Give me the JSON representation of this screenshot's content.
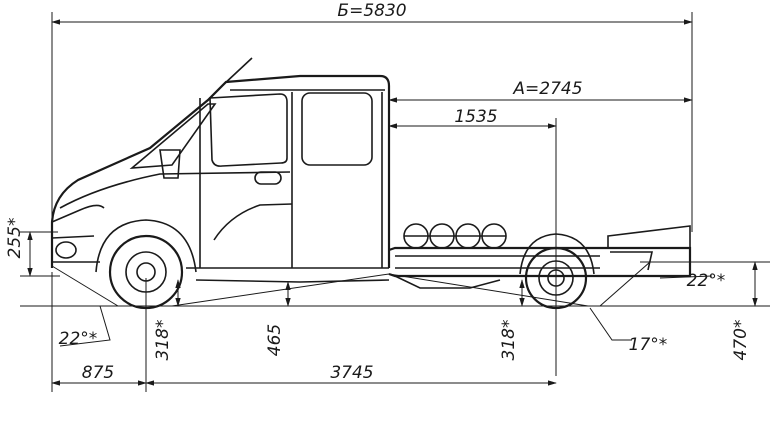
{
  "drawing": {
    "overall_length": "Б=5830",
    "body_length": "А=2745",
    "rear_axle_to_cab": "1535",
    "front_overhang": "875",
    "wheelbase": "3745",
    "front_height": "255*",
    "front_clearance": "318*",
    "mid_clearance": "465",
    "rear_clearance": "318*",
    "rear_height": "470*",
    "approach_angle": "22°*",
    "departure_angle": "22°*",
    "ramp_angle": "17°*"
  }
}
